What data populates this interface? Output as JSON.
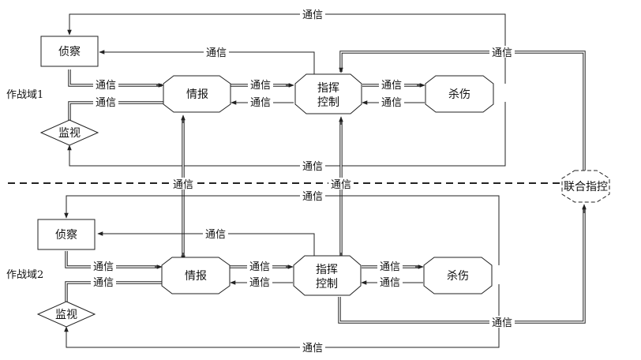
{
  "domain1": {
    "label": "作战域1",
    "recon": "侦察",
    "monitor": "监视",
    "intel": "情报",
    "command": [
      "指挥",
      "控制"
    ],
    "kill": "杀伤"
  },
  "domain2": {
    "label": "作战域2",
    "recon": "侦察",
    "monitor": "监视",
    "intel": "情报",
    "command": [
      "指挥",
      "控制"
    ],
    "kill": "杀伤"
  },
  "joint_command": "联合指控",
  "link_label": "通信"
}
